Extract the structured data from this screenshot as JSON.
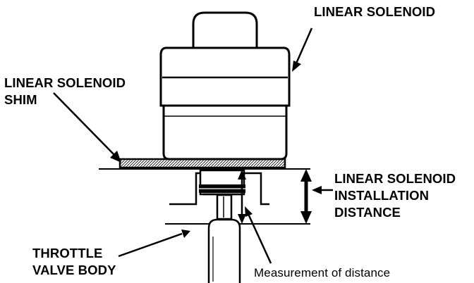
{
  "labels": {
    "linear_solenoid": "LINEAR SOLENOID",
    "shim": [
      "LINEAR SOLENOID",
      "SHIM"
    ],
    "installation_distance": [
      "LINEAR SOLENOID",
      "INSTALLATION",
      "DISTANCE"
    ],
    "throttle_valve_body": [
      "THROTTLE",
      "VALVE BODY"
    ],
    "measurement": "Measurement of distance"
  },
  "colors": {
    "line": "#000000",
    "background": "#ffffff"
  }
}
